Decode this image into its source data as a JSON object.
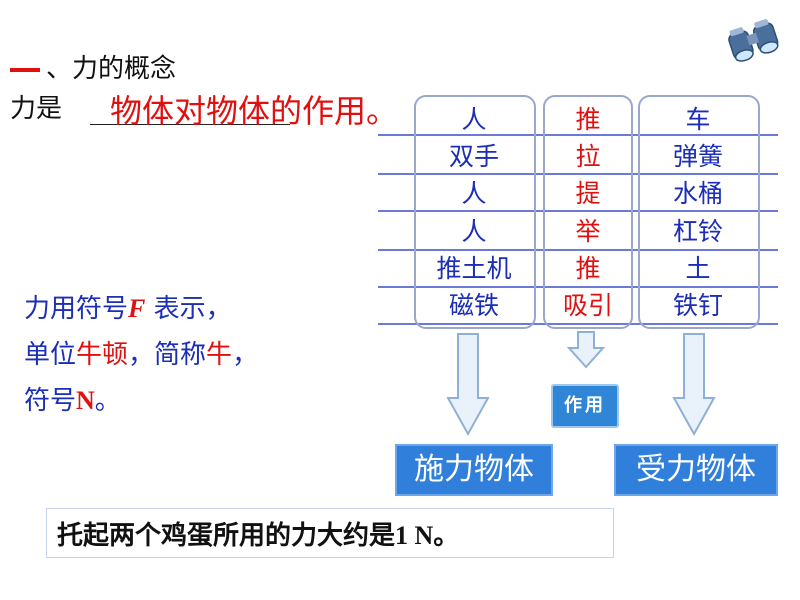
{
  "heading": {
    "text": "、力的概念"
  },
  "definition": {
    "label": "力是",
    "answer": "物体对物体的作用。"
  },
  "icon": "binoculars-icon",
  "table": {
    "rows": [
      {
        "subject": "人",
        "verb": "推",
        "object": "车"
      },
      {
        "subject": "双手",
        "verb": "拉",
        "object": "弹簧"
      },
      {
        "subject": "人",
        "verb": "提",
        "object": "水桶"
      },
      {
        "subject": "人",
        "verb": "举",
        "object": "杠铃"
      },
      {
        "subject": "推土机",
        "verb": "推",
        "object": "土"
      },
      {
        "subject": "磁铁",
        "verb": "吸引",
        "object": "铁钉"
      }
    ]
  },
  "action_label": "作用",
  "applier_label": "施力物体",
  "receiver_label": "受力物体",
  "symbol": {
    "p1": "力用符号",
    "f": "F",
    "p2": " 表示，",
    "p3": "单位",
    "unit": "牛顿",
    "p4": "，简称",
    "short": "牛",
    "p5": "，",
    "p6": "符号",
    "n": "N",
    "p7": "。"
  },
  "bottom": {
    "prefix": "托起两个鸡蛋所用的力大约是",
    "value": "1 N",
    "suffix": "。"
  },
  "colors": {
    "blue_text": "#1c2db8",
    "red_text": "#e01010",
    "box_blue": "#2f7fdb",
    "line": "#6b79d8"
  }
}
